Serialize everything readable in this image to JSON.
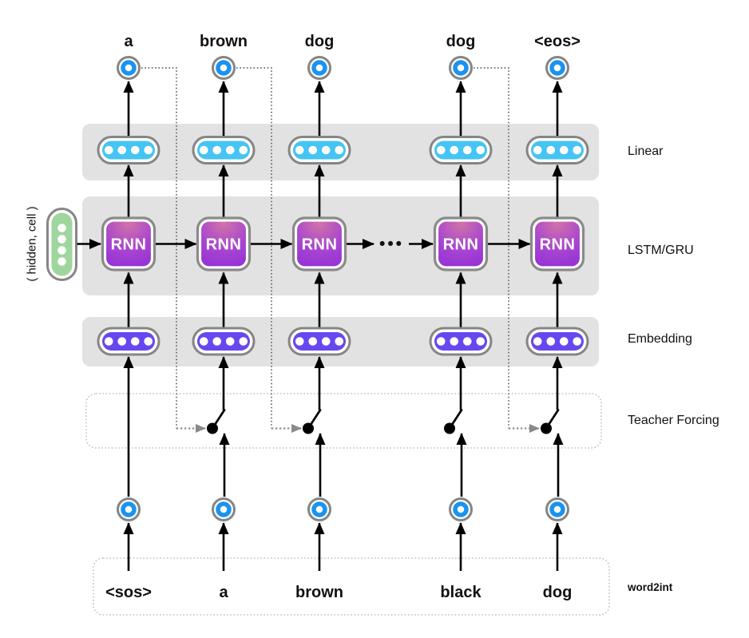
{
  "diagram": {
    "rnn_label": "RNN",
    "ellipsis": "•••",
    "state_label": "( hidden, cell )",
    "layer_labels": {
      "linear": "Linear",
      "rnn": "LSTM/GRU",
      "embedding": "Embedding",
      "teacher_forcing": "Teacher Forcing",
      "word2int": "word2int"
    },
    "columns": [
      {
        "output": "a",
        "input": "<sos>"
      },
      {
        "output": "brown",
        "input": "a"
      },
      {
        "output": "dog",
        "input": "brown"
      },
      {
        "output": "dog",
        "input": "black"
      },
      {
        "output": "<eos>",
        "input": "dog"
      }
    ],
    "colors": {
      "band": "#E2E2E2",
      "circle_blue": "#1B93EE",
      "linear": "#45C4F5",
      "embedding": "#6747F0",
      "state_green": "#9ED69E",
      "rnn_top": "#D173A8",
      "rnn_mid": "#A845D0",
      "rnn_bottom": "#8E2BD8",
      "outline_gray": "#858585"
    }
  }
}
